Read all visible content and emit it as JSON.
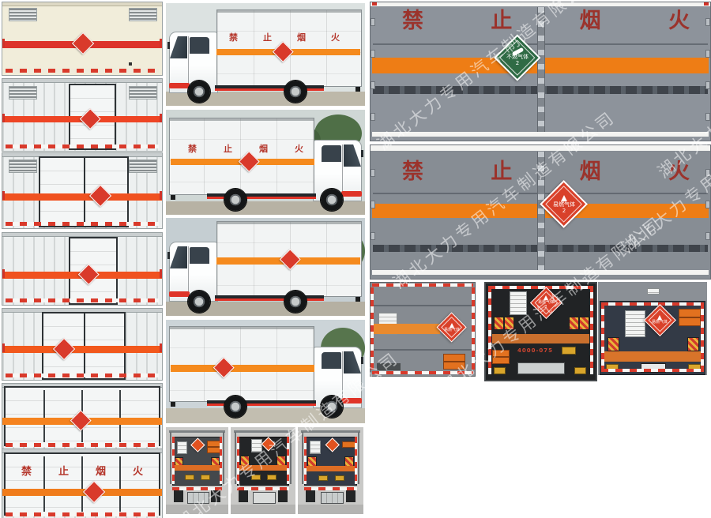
{
  "company": {
    "watermark": "湖北大力专用汽车制造有限公司"
  },
  "no_fire": {
    "chars": [
      "禁",
      "止",
      "烟",
      "火"
    ]
  },
  "placards": {
    "flammable_gas": {
      "label": "易燃气体",
      "class_no": "2"
    },
    "non_flammable_gas": {
      "label": "不燃气体",
      "class_no": "2"
    }
  },
  "rear_markings": {
    "code": "4000-075"
  },
  "colors": {
    "stripe_orange": "#f5831f",
    "stripe_red": "#dd342a",
    "panel_gray": "#8d939b",
    "no_fire_red": "#9b332c",
    "placard_red": "#d93a2b",
    "placard_green": "#2f6b45"
  }
}
